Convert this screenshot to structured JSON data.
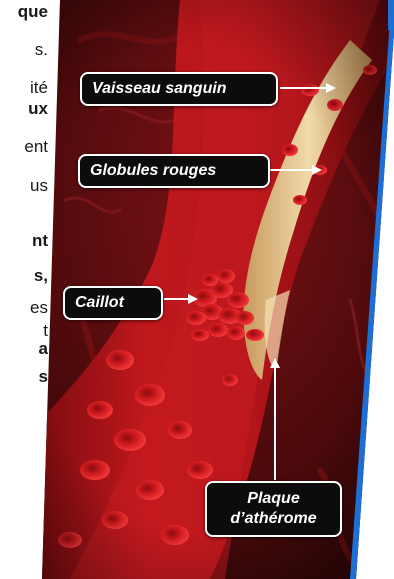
{
  "article": {
    "lines": [
      {
        "text": "que",
        "bold": true
      },
      {
        "text": "s.",
        "bold": false
      },
      {
        "text": "ité",
        "bold": false
      },
      {
        "text": "ux",
        "bold": true
      },
      {
        "text": "ent",
        "bold": false
      },
      {
        "text": "us",
        "bold": false
      },
      {
        "text": "nt",
        "bold": true
      },
      {
        "text": "s,",
        "bold": true
      },
      {
        "text": "es",
        "bold": false
      },
      {
        "text": "t",
        "bold": false
      },
      {
        "text": "a",
        "bold": true
      },
      {
        "text": "s",
        "bold": true
      }
    ]
  },
  "illustration": {
    "labels": {
      "vessel": "Vaisseau sanguin",
      "red_cells": "Globules rouges",
      "clot": "Caillot",
      "plaque_line1": "Plaque",
      "plaque_line2": "d’athérome"
    },
    "colors": {
      "frame": "#1d6fd6",
      "label_bg": "#0c0c0c",
      "label_text": "#ffffff",
      "vessel_wall": "#b0161b",
      "plaque": "#e8c88f",
      "blood": "#d5151b",
      "background": "#5a0d0e"
    }
  }
}
